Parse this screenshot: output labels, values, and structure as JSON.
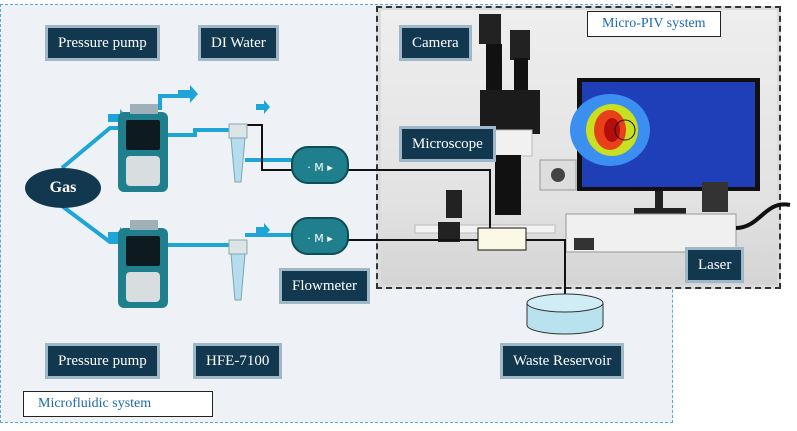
{
  "labels": {
    "pressure_pump_top": "Pressure pump",
    "di_water": "DI Water",
    "pressure_pump_bottom": "Pressure pump",
    "hfe": "HFE-7100",
    "flowmeter": "Flowmeter",
    "camera": "Camera",
    "microscope": "Microscope",
    "laser": "Laser",
    "waste": "Waste Reservoir",
    "gas": "Gas",
    "micro_piv_system": "Micro-PIV system",
    "microfluidic_system": "Microfluidic system"
  },
  "icons": [
    "pressure-pump-device",
    "reservoir-tube",
    "flowmeter-device",
    "camera",
    "microscope",
    "monitor",
    "laser",
    "waste-reservoir"
  ],
  "colors": {
    "tubing": "#1ea5d8",
    "label_bg": "#12384f",
    "device": "#1f7f8c",
    "accent": "#1a6ab0"
  }
}
